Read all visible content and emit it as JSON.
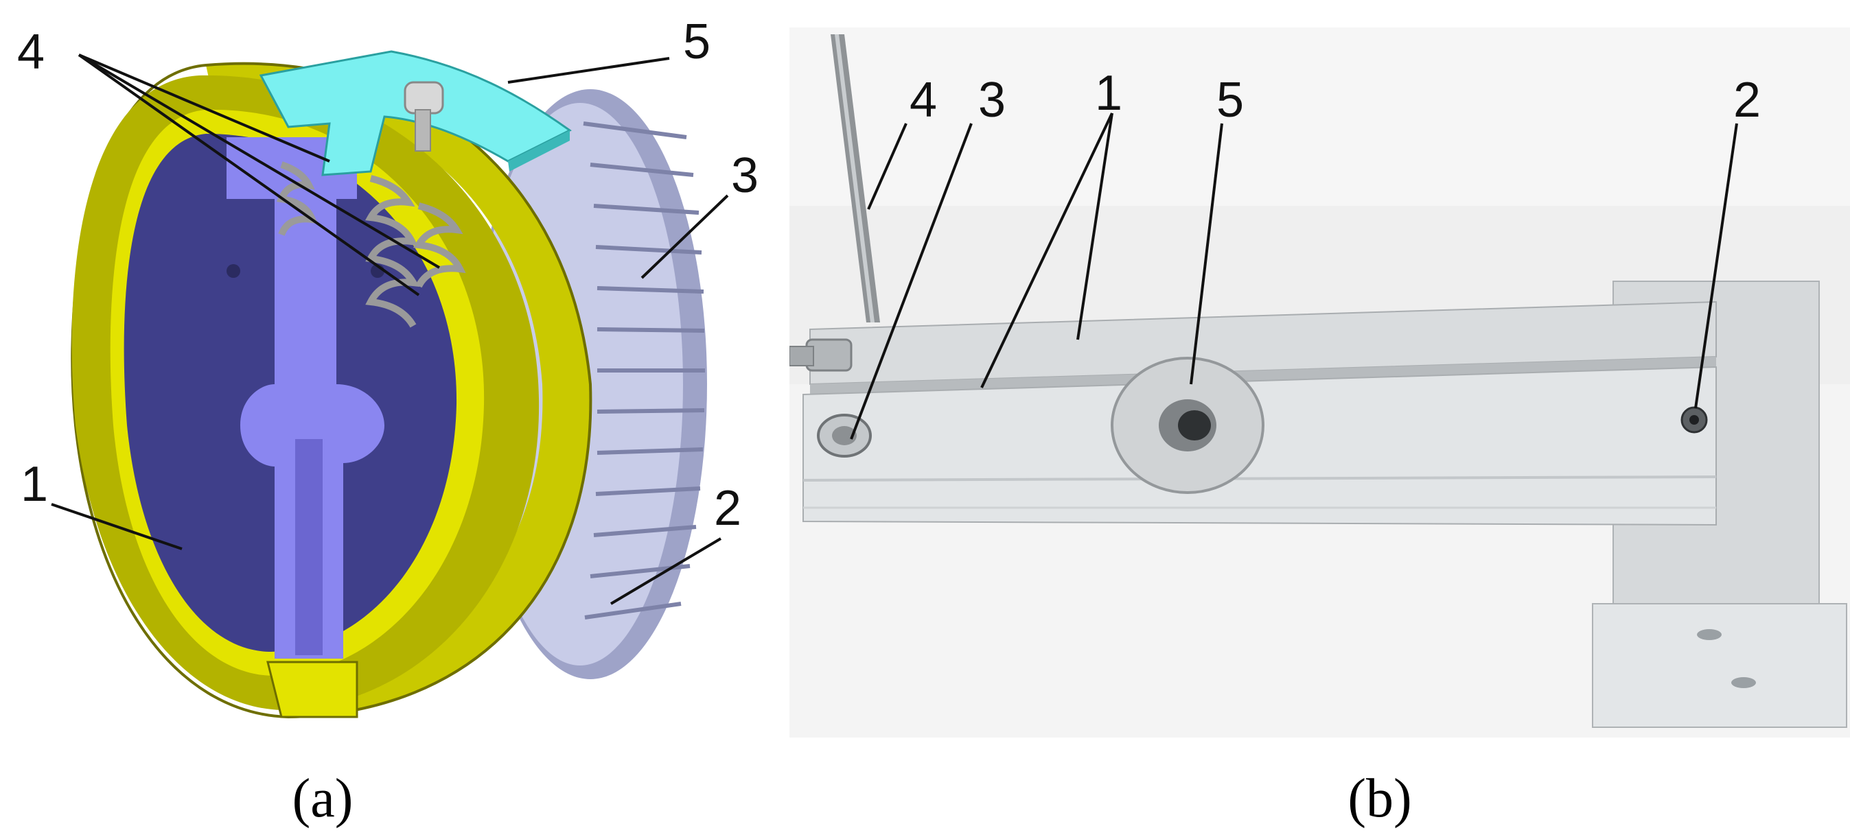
{
  "panels": [
    {
      "caption": "(a)",
      "callouts": [
        "1",
        "2",
        "3",
        "4",
        "5"
      ]
    },
    {
      "caption": "(b)",
      "callouts": [
        "1",
        "2",
        "3",
        "4",
        "5"
      ]
    }
  ],
  "colors": {
    "housing_outer": "#b8b800",
    "housing_face": "#e0e000",
    "housing_dark": "#6e6e00",
    "inner_cavity": "#3f3f8a",
    "inner_light": "#8a86f0",
    "cover_cyan": "#7af0f0",
    "gear_teeth": "#c8cce8",
    "spring_gray": "#9a9a9a",
    "aluminum_light": "#dfe2e4",
    "aluminum_mid": "#c4c8cb",
    "photo_background": "#eeeeee"
  },
  "icons": {
    "panel_a": "cutaway-3d-cylindrical-device",
    "panel_b": "photo-aluminum-bracket-assembly"
  }
}
